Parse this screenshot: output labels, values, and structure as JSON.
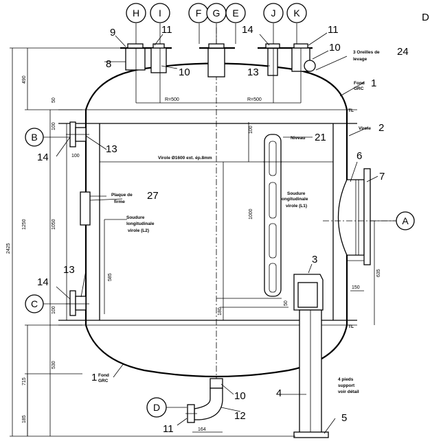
{
  "corner_letter": "D",
  "nozzles": [
    {
      "id": "nozzle-h",
      "letter": "H"
    },
    {
      "id": "nozzle-i",
      "letter": "I"
    },
    {
      "id": "nozzle-f",
      "letter": "F"
    },
    {
      "id": "nozzle-g",
      "letter": "G"
    },
    {
      "id": "nozzle-e",
      "letter": "E"
    },
    {
      "id": "nozzle-j",
      "letter": "J"
    },
    {
      "id": "nozzle-k",
      "letter": "K"
    },
    {
      "id": "nozzle-b",
      "letter": "B"
    },
    {
      "id": "nozzle-c",
      "letter": "C"
    },
    {
      "id": "nozzle-a",
      "letter": "A"
    },
    {
      "id": "nozzle-d",
      "letter": "D"
    }
  ],
  "part_numbers": {
    "p9": "9",
    "p11a": "11",
    "p14a": "14",
    "p11b": "11",
    "p8": "8",
    "p10a": "10",
    "p13a": "13",
    "p10b": "10",
    "p24": "24",
    "p1a": "1",
    "p2": "2",
    "p21": "21",
    "p6": "6",
    "p7": "7",
    "p27": "27",
    "p14b": "14",
    "p13b": "13",
    "p13c": "13",
    "p14c": "14",
    "p3": "3",
    "p1b": "1",
    "p4": "4",
    "p10c": "10",
    "p11c": "11",
    "p12": "12",
    "p5": "5"
  },
  "notes": {
    "oreilles_1": "3 Oreilles de",
    "oreilles_2": "levage",
    "fond_top_1": "Fond",
    "fond_top_2": "GRC",
    "virole_label": "Virole",
    "virole_dim": "Virole Ø1600 ext. ép.8mm",
    "niveau": "Niveau",
    "soudure_r_1": "Soudure",
    "soudure_r_2": "longitudinale",
    "soudure_r_3": "virole (L1)",
    "plaque_1": "Plaque de",
    "plaque_2": "firme",
    "soudure_l_1": "Soudure",
    "soudure_l_2": "longitudinale",
    "soudure_l_3": "virole (L2)",
    "fond_bot_1": "Fond",
    "fond_bot_2": "GRC",
    "pieds_1": "4 pieds",
    "pieds_2": "support",
    "pieds_3": "voir détail",
    "tl_top": "TL",
    "tl_bot": "TL"
  },
  "dimensions": {
    "d2425": "2425",
    "d490": "490",
    "d50a": "50",
    "d1250": "1250",
    "d1050": "1050",
    "d100a": "100",
    "d100b": "100",
    "d100c": "100",
    "d100d": "100",
    "d585": "585",
    "d1000": "1000",
    "d50b": "50",
    "d180": "180",
    "d635": "635",
    "d150": "150",
    "d530": "530",
    "d715": "715",
    "d185": "185",
    "d164": "164",
    "r500a": "R=500",
    "r500b": "R=500"
  }
}
